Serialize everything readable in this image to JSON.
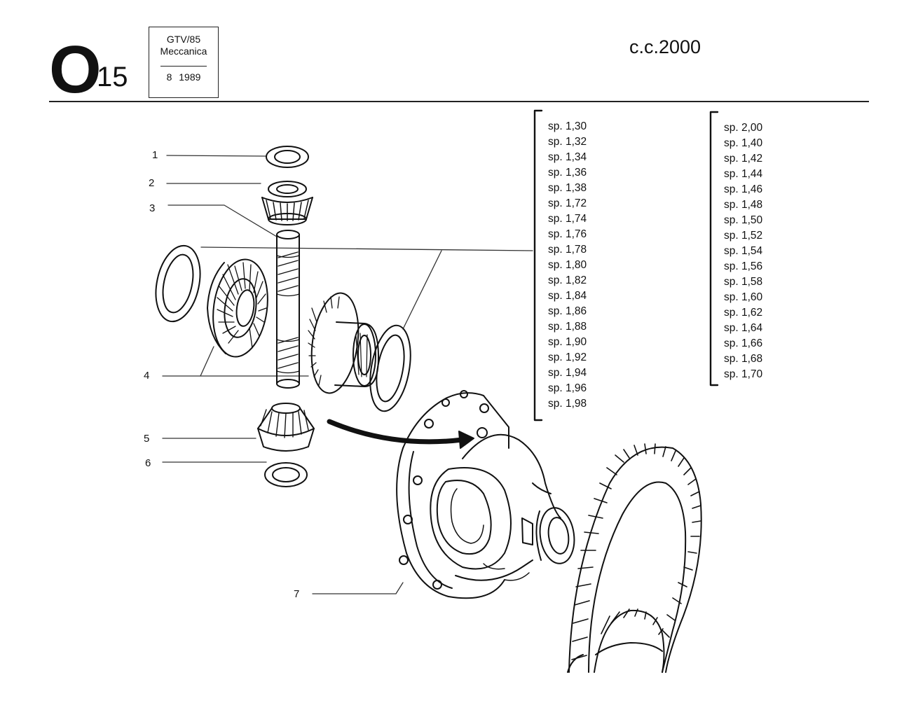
{
  "header": {
    "section_letter": "O",
    "section_number": "15",
    "model": "GTV/85",
    "category": "Meccanica",
    "date": "8 1989",
    "engine": "c.c.2000"
  },
  "callouts": [
    "1",
    "2",
    "3",
    "4",
    "5",
    "6",
    "7"
  ],
  "shims_left": [
    "sp. 1,30",
    "sp. 1,32",
    "sp. 1,34",
    "sp. 1,36",
    "sp. 1,38",
    "sp. 1,72",
    "sp. 1,74",
    "sp. 1,76",
    "sp. 1,78",
    "sp. 1,80",
    "sp. 1,82",
    "sp. 1,84",
    "sp. 1,86",
    "sp. 1,88",
    "sp. 1,90",
    "sp. 1,92",
    "sp. 1,94",
    "sp. 1,96",
    "sp. 1,98"
  ],
  "shims_right": [
    "sp. 2,00",
    "sp. 1,40",
    "sp. 1,42",
    "sp. 1,44",
    "sp. 1,46",
    "sp. 1,48",
    "sp. 1,50",
    "sp. 1,52",
    "sp. 1,54",
    "sp. 1,56",
    "sp. 1,58",
    "sp. 1,60",
    "sp. 1,62",
    "sp. 1,64",
    "sp. 1,66",
    "sp. 1,68",
    "sp. 1,70"
  ]
}
